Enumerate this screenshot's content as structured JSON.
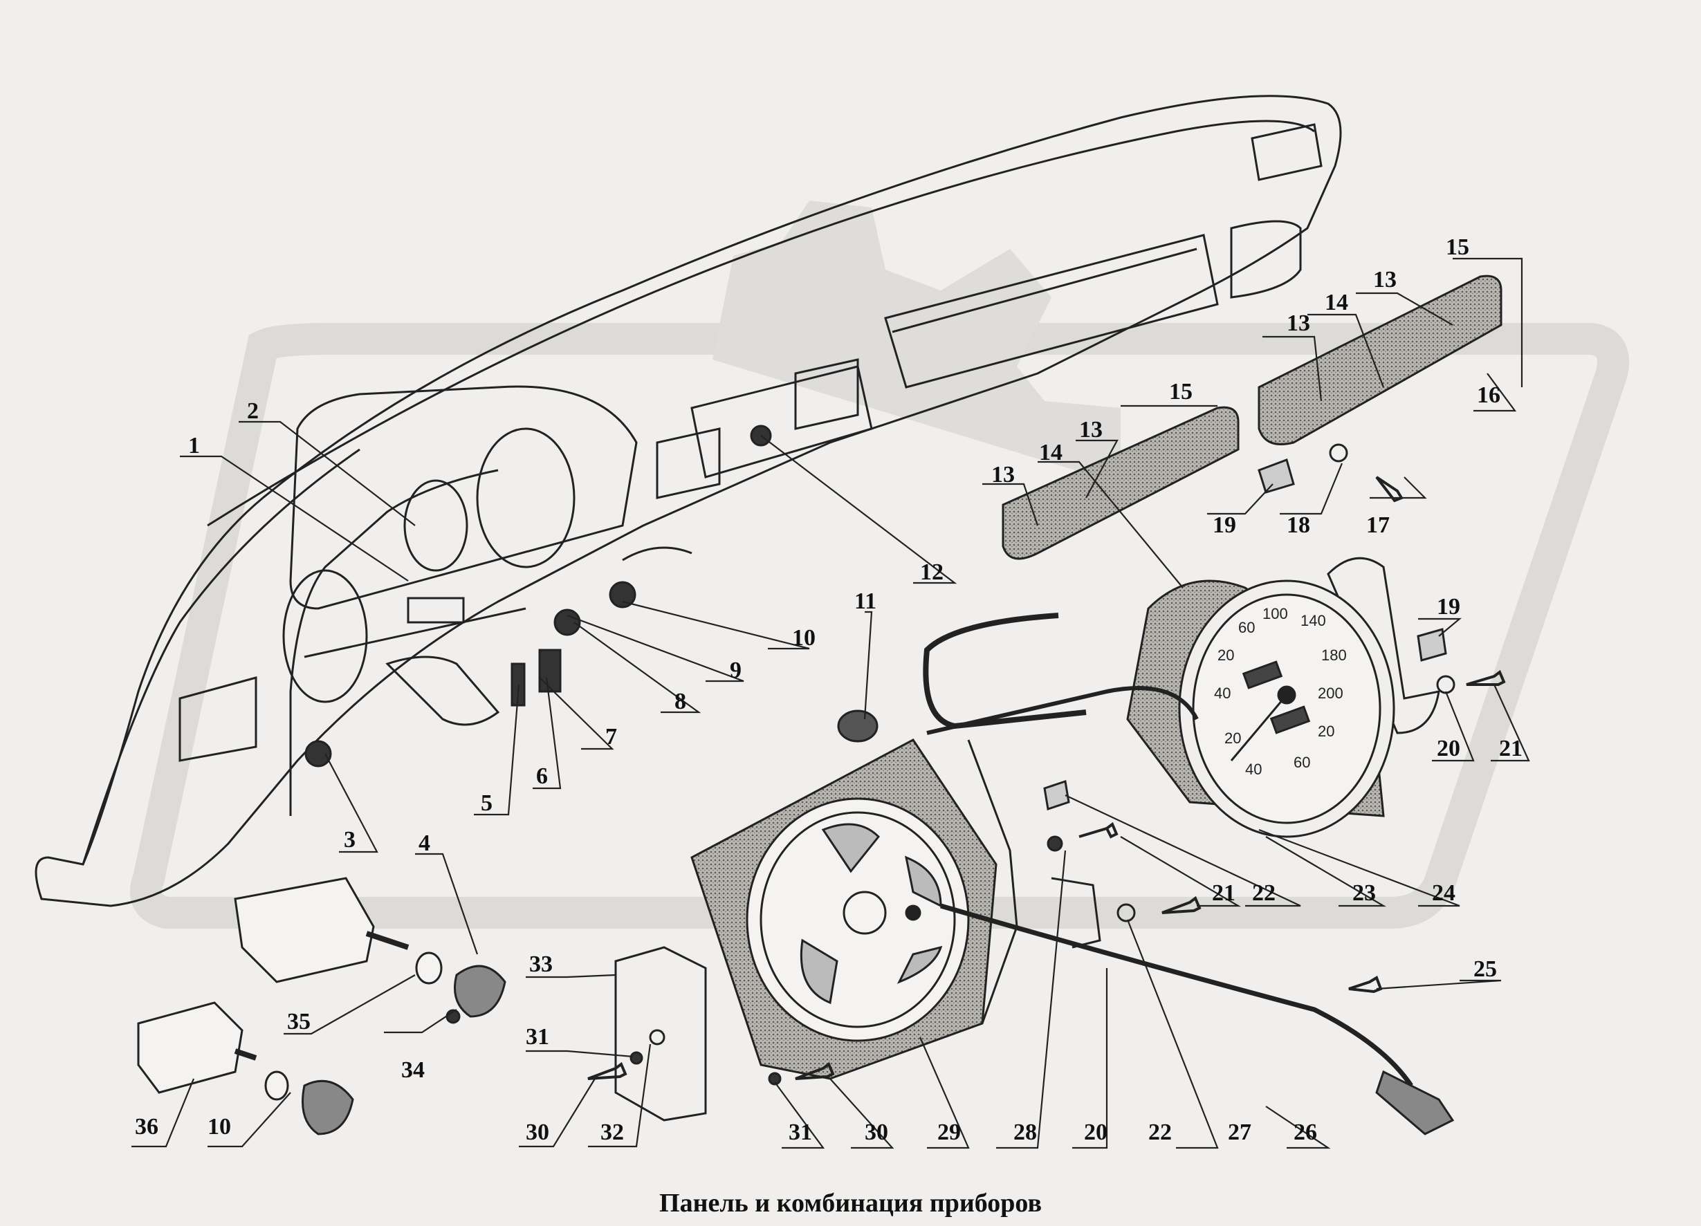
{
  "caption": "Панель и комбинация приборов",
  "labels": [
    "1",
    "2",
    "3",
    "4",
    "5",
    "6",
    "7",
    "8",
    "9",
    "10",
    "10",
    "11",
    "12",
    "13",
    "13",
    "13",
    "13",
    "14",
    "14",
    "15",
    "15",
    "16",
    "17",
    "18",
    "19",
    "19",
    "20",
    "20",
    "21",
    "21",
    "22",
    "22",
    "23",
    "24",
    "25",
    "26",
    "27",
    "28",
    "29",
    "30",
    "30",
    "31",
    "31",
    "32",
    "33",
    "34",
    "35",
    "36"
  ],
  "colors": {
    "background": "#f0efed",
    "line": "#222222",
    "watermark": "#dedddb",
    "stipple": "#8c8a86"
  }
}
